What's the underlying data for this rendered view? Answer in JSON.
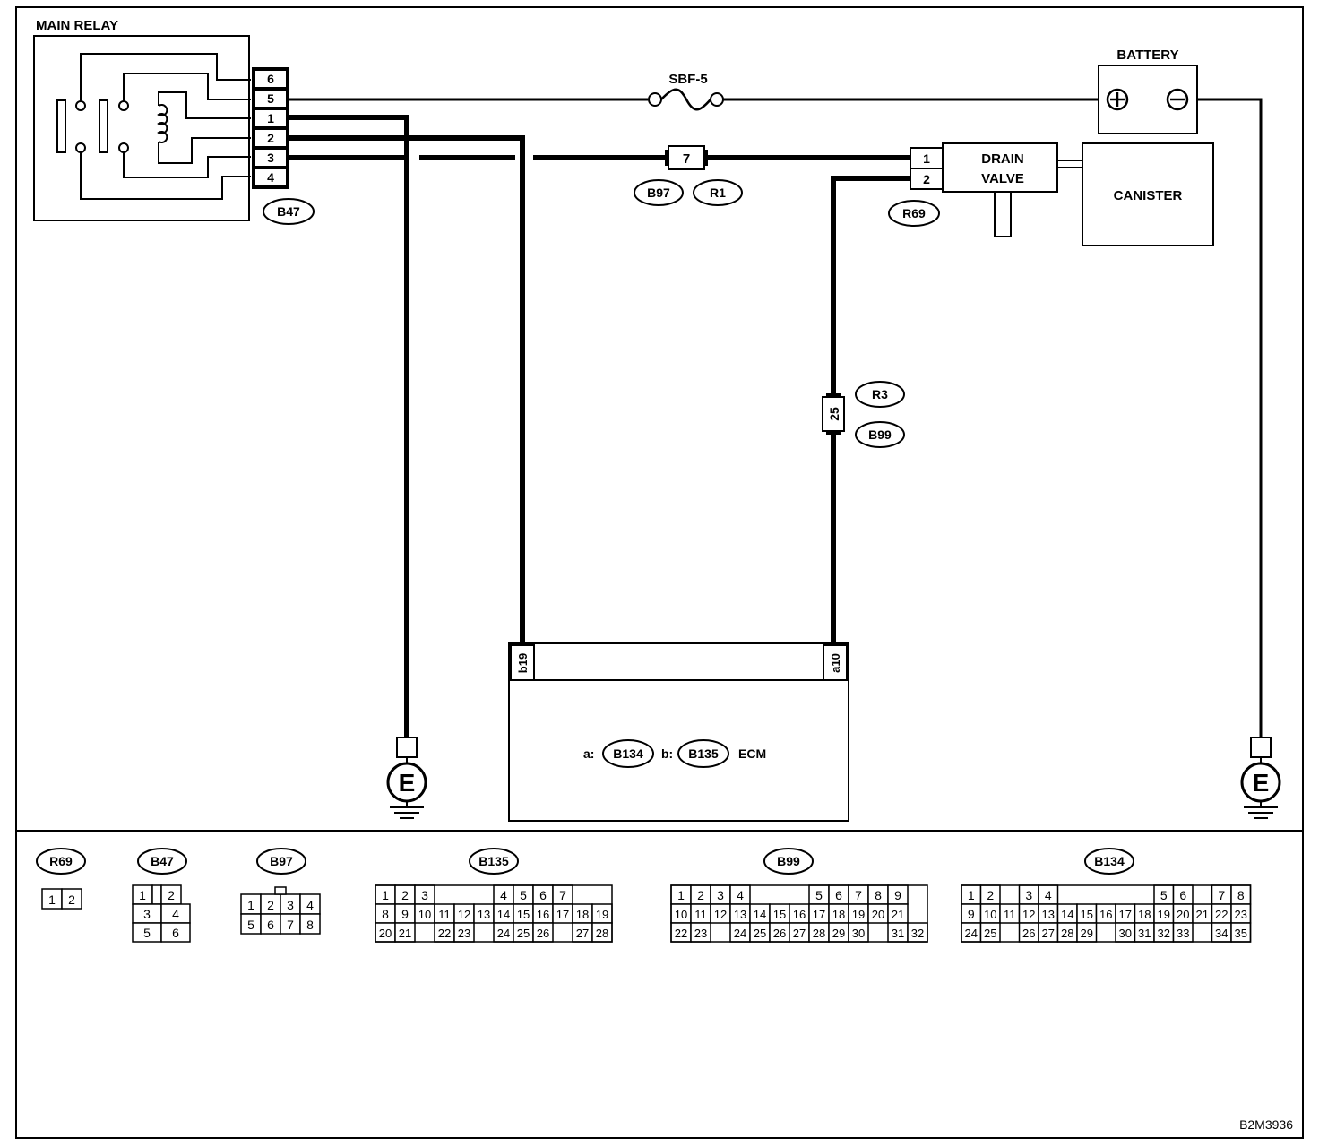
{
  "main_relay": {
    "title": "MAIN RELAY",
    "connector": "B47",
    "pins": [
      "6",
      "5",
      "1",
      "2",
      "3",
      "4"
    ]
  },
  "fuse": {
    "label": "SBF-5"
  },
  "battery": {
    "label": "BATTERY"
  },
  "joint_connector_7": {
    "pin": "7",
    "connectors": [
      "B97",
      "R1"
    ]
  },
  "drain_valve": {
    "label_line1": "DRAIN",
    "label_line2": "VALVE",
    "connector": "R69",
    "pins": [
      "1",
      "2"
    ]
  },
  "canister": {
    "label": "CANISTER"
  },
  "joint_connector_25": {
    "pin": "25",
    "connectors": [
      "R3",
      "B99"
    ]
  },
  "ecm": {
    "label": "ECM",
    "prefix_a": "a:",
    "connector_a": "B134",
    "prefix_b": "b:",
    "connector_b": "B135",
    "terminal_b": "b19",
    "terminal_a": "a10"
  },
  "ground": {
    "symbol": "E"
  },
  "connector_views": {
    "R69": {
      "label": "R69",
      "rows": [
        [
          "1",
          "2"
        ]
      ]
    },
    "B47": {
      "label": "B47",
      "rows": [
        [
          "1",
          "",
          "2"
        ],
        [
          "3",
          "4"
        ],
        [
          "5",
          "6"
        ]
      ]
    },
    "B97": {
      "label": "B97",
      "rows": [
        [
          "1",
          "2",
          "3",
          "4"
        ],
        [
          "5",
          "6",
          "7",
          "8"
        ]
      ]
    },
    "B135": {
      "label": "B135",
      "rows": [
        [
          "1",
          "2",
          "3",
          "",
          "",
          "",
          "4",
          "5",
          "6",
          "7"
        ],
        [
          "8",
          "9",
          "10",
          "11",
          "12",
          "13",
          "14",
          "15",
          "16",
          "17",
          "18",
          "19"
        ],
        [
          "20",
          "21",
          "",
          "22",
          "23",
          "",
          "24",
          "25",
          "26",
          "",
          "27",
          "28"
        ]
      ]
    },
    "B99": {
      "label": "B99",
      "rows": [
        [
          "1",
          "2",
          "3",
          "4",
          "",
          "",
          "",
          "5",
          "6",
          "7",
          "8",
          "9"
        ],
        [
          "10",
          "11",
          "12",
          "13",
          "14",
          "15",
          "16",
          "17",
          "18",
          "19",
          "20",
          "21"
        ],
        [
          "22",
          "23",
          "",
          "24",
          "25",
          "26",
          "27",
          "28",
          "29",
          "30",
          "",
          "31",
          "32"
        ]
      ]
    },
    "B134": {
      "label": "B134",
      "rows": [
        [
          "1",
          "2",
          "",
          "3",
          "4",
          "",
          "",
          "",
          "",
          "",
          "5",
          "6",
          "",
          "7",
          "8"
        ],
        [
          "9",
          "10",
          "11",
          "12",
          "13",
          "14",
          "15",
          "16",
          "17",
          "18",
          "19",
          "20",
          "21",
          "22",
          "23"
        ],
        [
          "24",
          "25",
          "",
          "26",
          "27",
          "28",
          "29",
          "",
          "30",
          "31",
          "32",
          "33",
          "",
          "34",
          "35"
        ]
      ]
    }
  },
  "drawing_id": "B2M3936"
}
